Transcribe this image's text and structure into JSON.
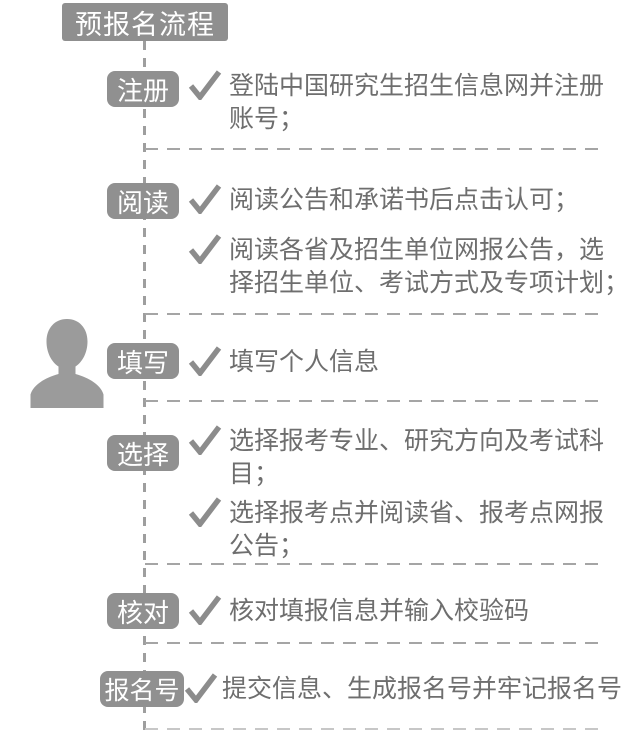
{
  "title": "预报名流程",
  "colors": {
    "badge_gray": "#909090",
    "text_gray": "#6e6e6e",
    "check_gray": "#8c8c8c",
    "dash_line_gray": "#a5a5a5",
    "bottom_dash_light": "#c7c7c7",
    "person_icon_gray": "#9b9b9b",
    "background": "#ffffff"
  },
  "icons": {
    "item_bullet": "checkmark",
    "step_fill_side": "person-silhouette"
  },
  "steps": [
    {
      "label": "注册",
      "items": [
        {
          "text": "登陆中国研究生招生信息网并注册\n账号；"
        }
      ]
    },
    {
      "label": "阅读",
      "items": [
        {
          "text": "阅读公告和承诺书后点击认可；"
        },
        {
          "text": "阅读各省及招生单位网报公告，选\n择招生单位、考试方式及专项计划；"
        }
      ]
    },
    {
      "label": "填写",
      "items": [
        {
          "text": "填写个人信息"
        }
      ]
    },
    {
      "label": "选择",
      "items": [
        {
          "text": "选择报考专业、研究方向及考试科\n目；"
        },
        {
          "text": "选择报考点并阅读省、报考点网报\n公告；"
        }
      ]
    },
    {
      "label": "核对",
      "items": [
        {
          "text": "核对填报信息并输入校验码"
        }
      ]
    },
    {
      "label": "报名号",
      "items": [
        {
          "text": "提交信息、生成报名号并牢记报名号"
        }
      ]
    }
  ]
}
